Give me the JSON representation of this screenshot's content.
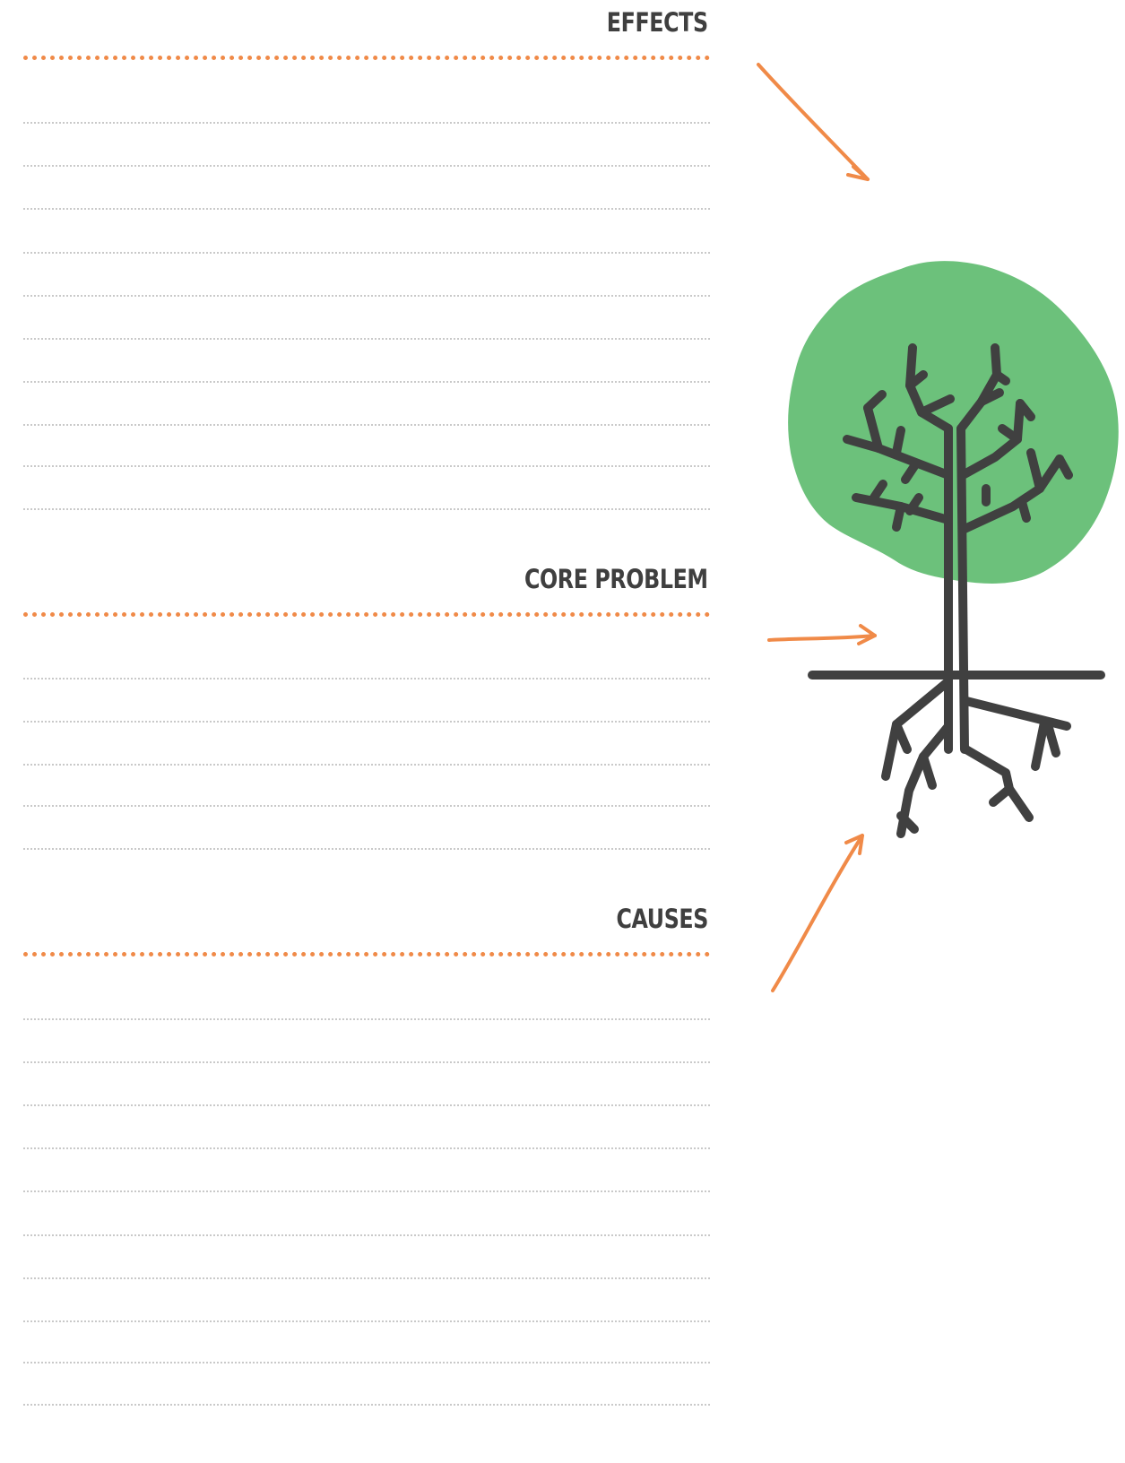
{
  "sections": {
    "effects": {
      "title": "EFFECTS"
    },
    "core": {
      "title": "CORE PROBLEM"
    },
    "causes": {
      "title": "CAUSES"
    }
  },
  "colors": {
    "accent": "#f08a48",
    "canopy": "#6cc17b",
    "trunk": "#404040",
    "ruling": "#c9c9c9"
  },
  "icons": [
    "tree-icon",
    "arrow-icon"
  ]
}
